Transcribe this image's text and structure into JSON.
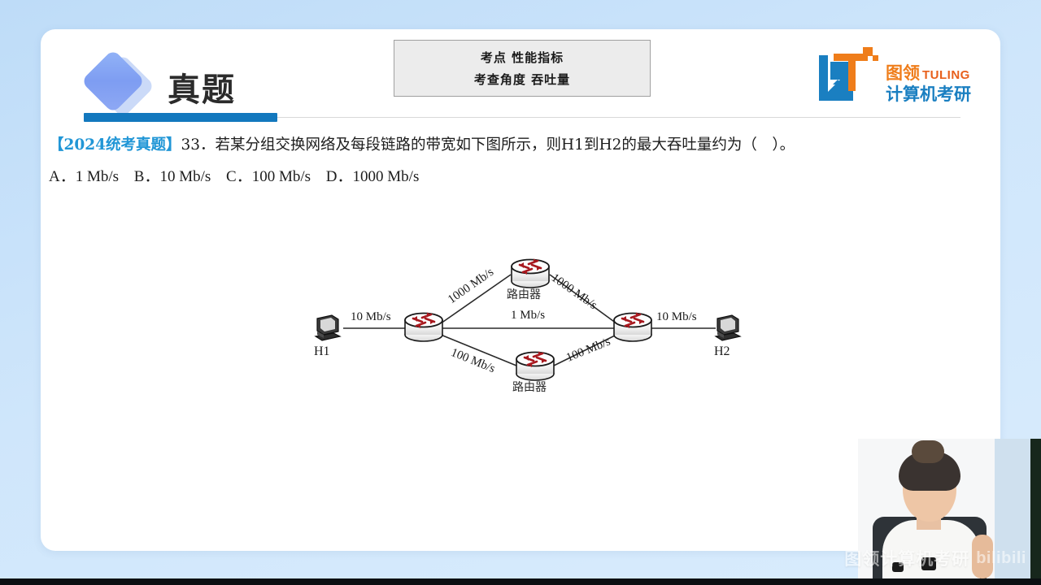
{
  "header": {
    "title": "真题",
    "diamond_icon": "diamond-logo-icon",
    "accent_color": "#1378be"
  },
  "kaodian_box": {
    "line1": "考点 性能指标",
    "line2": "考查角度 吞吐量"
  },
  "logo": {
    "mark": "tuling-lt-mark-icon",
    "brand_cn": "图领",
    "brand_en": "TULING",
    "subtitle_cn": "计算机考研",
    "orange": "#ef7d1a",
    "blue": "#1a7fc1"
  },
  "question": {
    "tag": "【2024统考真题】",
    "text": "33．若某分组交换网络及每段链路的带宽如下图所示，则H1到H2的最大吞吐量约为（　）。",
    "options": [
      "A．1 Mb/s",
      "B．10 Mb/s",
      "C．100 Mb/s",
      "D．1000 Mb/s"
    ]
  },
  "diagram": {
    "hosts": [
      {
        "id": "H1",
        "label": "H1"
      },
      {
        "id": "H2",
        "label": "H2"
      }
    ],
    "routers": [
      {
        "id": "R-left",
        "label": ""
      },
      {
        "id": "R-top",
        "label": "路由器"
      },
      {
        "id": "R-bottom",
        "label": "路由器"
      },
      {
        "id": "R-right",
        "label": ""
      }
    ],
    "links": [
      {
        "from": "H1",
        "to": "R-left",
        "bandwidth": "10 Mb/s"
      },
      {
        "from": "R-left",
        "to": "R-top",
        "bandwidth": "1000 Mb/s"
      },
      {
        "from": "R-top",
        "to": "R-right",
        "bandwidth": "1000 Mb/s"
      },
      {
        "from": "R-left",
        "to": "R-right",
        "bandwidth": "1 Mb/s"
      },
      {
        "from": "R-left",
        "to": "R-bottom",
        "bandwidth": "100 Mb/s"
      },
      {
        "from": "R-bottom",
        "to": "R-right",
        "bandwidth": "100 Mb/s"
      },
      {
        "from": "R-right",
        "to": "H2",
        "bandwidth": "10 Mb/s"
      }
    ]
  },
  "watermark": {
    "text": "图领计算机考研",
    "platform": "bilibili"
  }
}
